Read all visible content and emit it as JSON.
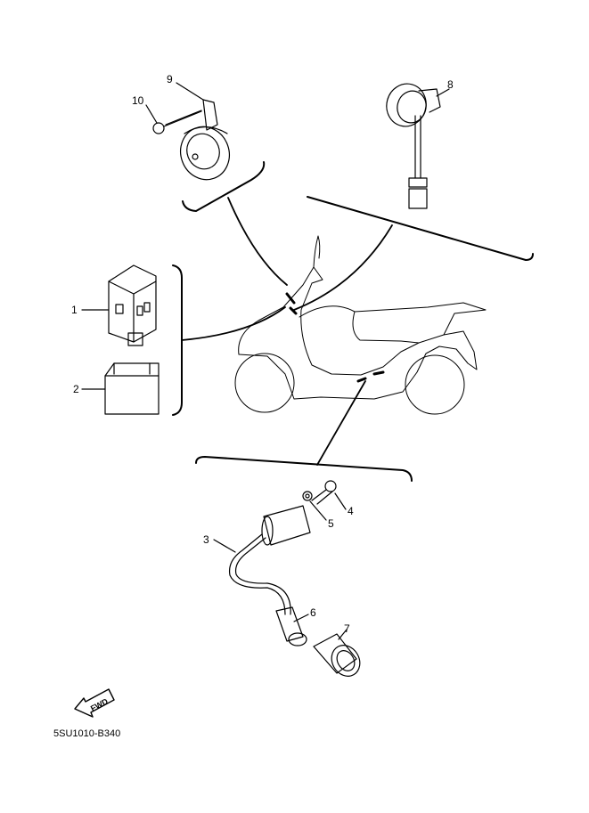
{
  "diagram": {
    "callouts": [
      {
        "id": "1",
        "text": "1"
      },
      {
        "id": "2",
        "text": "2"
      },
      {
        "id": "3",
        "text": "3"
      },
      {
        "id": "4",
        "text": "4"
      },
      {
        "id": "5",
        "text": "5"
      },
      {
        "id": "6",
        "text": "6"
      },
      {
        "id": "7",
        "text": "7"
      },
      {
        "id": "8",
        "text": "8"
      },
      {
        "id": "9",
        "text": "9"
      },
      {
        "id": "10",
        "text": "10"
      }
    ],
    "fwd_label": "FWD",
    "drawing_code": "5SU1010-B340"
  }
}
